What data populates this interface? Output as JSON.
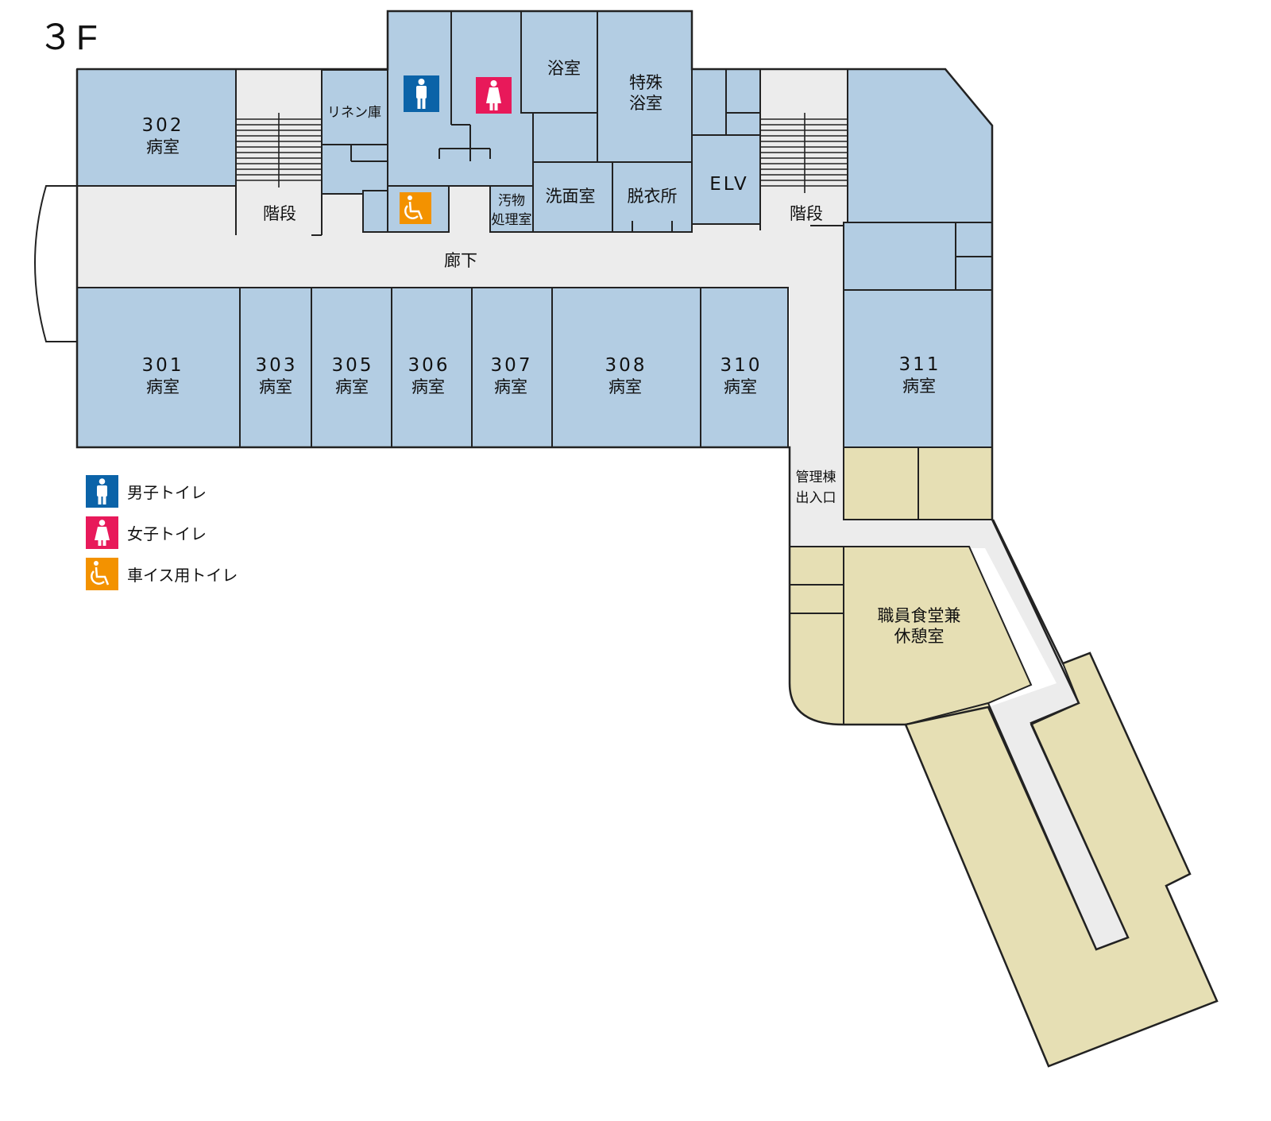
{
  "floor": "３F",
  "rooms": {
    "r302": {
      "number": "302",
      "type": "病室"
    },
    "r301": {
      "number": "301",
      "type": "病室"
    },
    "r303": {
      "number": "303",
      "type": "病室"
    },
    "r305": {
      "number": "305",
      "type": "病室"
    },
    "r306": {
      "number": "306",
      "type": "病室"
    },
    "r307": {
      "number": "307",
      "type": "病室"
    },
    "r308": {
      "number": "308",
      "type": "病室"
    },
    "r310": {
      "number": "310",
      "type": "病室"
    },
    "r311": {
      "number": "311",
      "type": "病室"
    }
  },
  "labels": {
    "linen": "リネン庫",
    "bath": "浴室",
    "special_bath_1": "特殊",
    "special_bath_2": "浴室",
    "stairs_left": "階段",
    "stairs_right": "階段",
    "soiled_1": "汚物",
    "soiled_2": "処理室",
    "washroom": "洗面室",
    "dressing": "脱衣所",
    "elevator": "ELV",
    "corridor": "廊下",
    "entrance_1": "管理棟",
    "entrance_2": "出入口",
    "cafeteria_1": "職員食堂兼",
    "cafeteria_2": "休憩室"
  },
  "legend": [
    {
      "icon": "male-toilet-icon",
      "color": "#0b63a8",
      "label": "男子トイレ"
    },
    {
      "icon": "female-toilet-icon",
      "color": "#e8195a",
      "label": "女子トイレ"
    },
    {
      "icon": "wheelchair-toilet-icon",
      "color": "#f39200",
      "label": "車イス用トイレ"
    }
  ],
  "colors": {
    "ward": "#b3cde3",
    "admin": "#e6dfb4",
    "corridor": "#ececec"
  }
}
